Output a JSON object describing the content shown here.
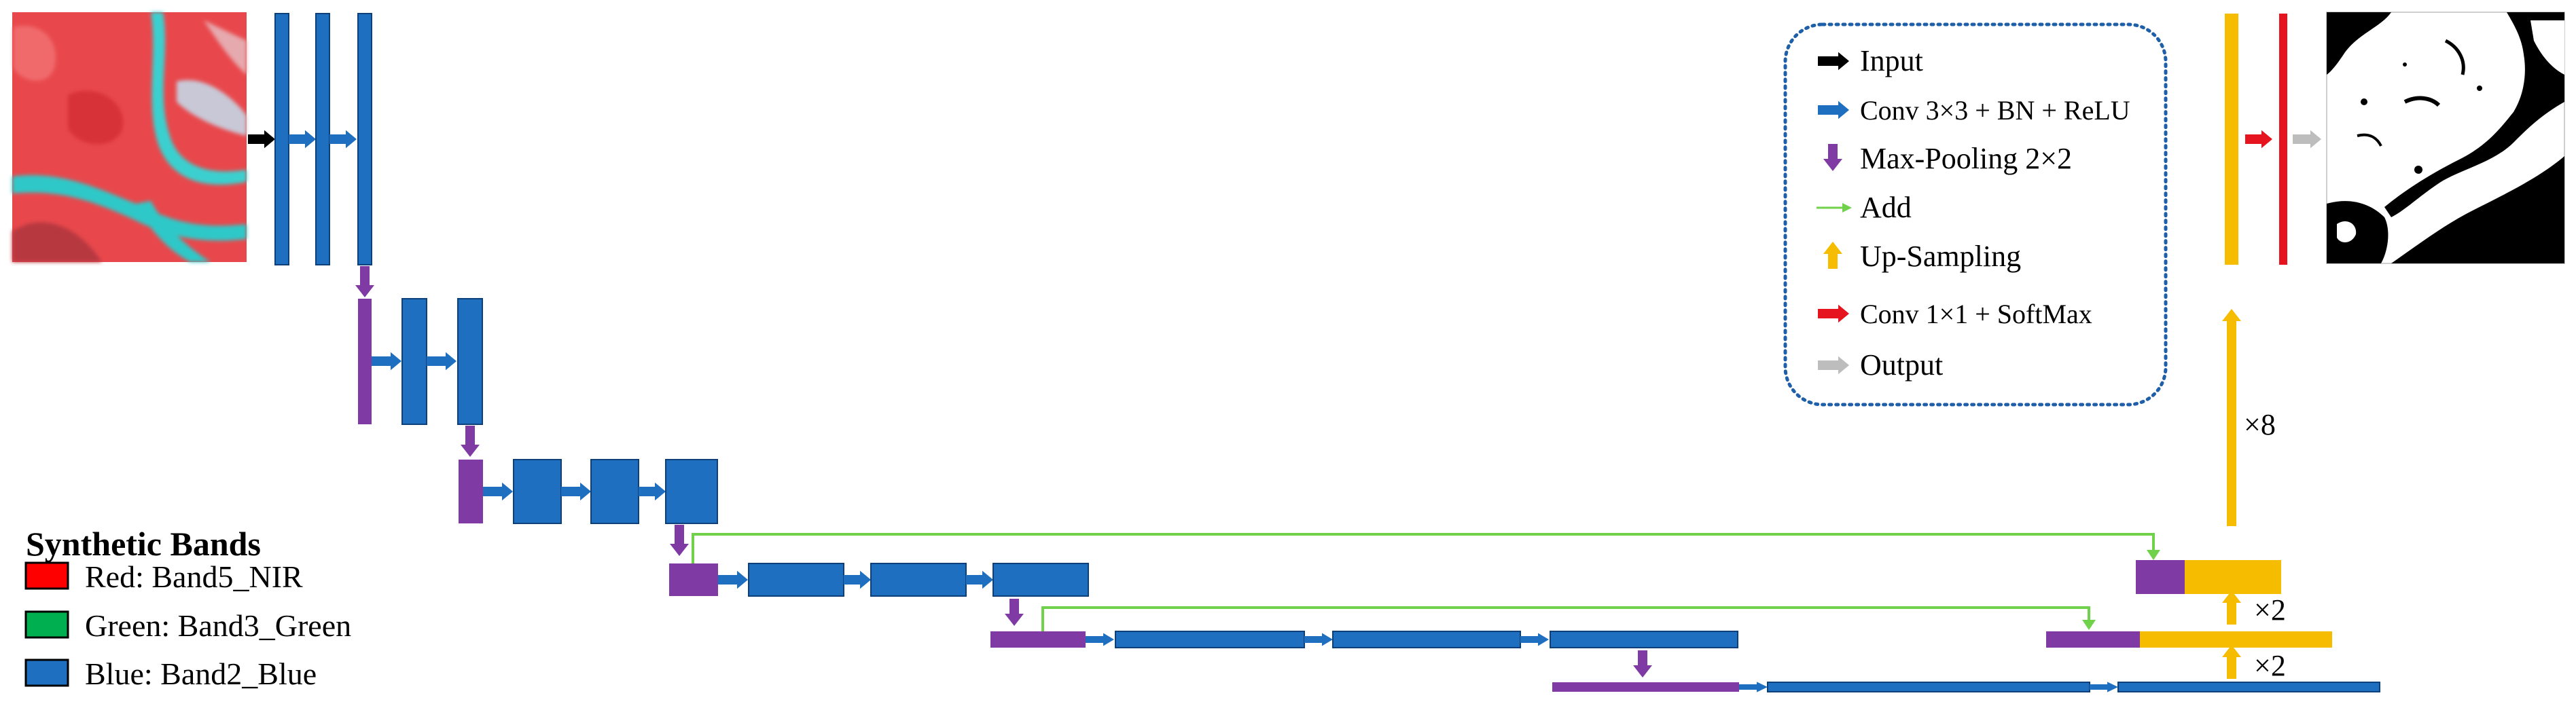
{
  "colors": {
    "conv": "#1f6fc1",
    "conv_stroke": "#0d3f78",
    "pool": "#7f3aa3",
    "up": "#f5bc00",
    "add": "#6fd24a",
    "input_arrow": "#000000",
    "output_arrow": "#bdbdbd",
    "softmax": "#e5141e",
    "legend_border": "#1f5fa8",
    "swatch_red": "#ff0000",
    "swatch_green": "#00b050",
    "swatch_blue": "#1f6fc1"
  },
  "legend": {
    "items": [
      {
        "icon": "input-arrow",
        "label": "Input"
      },
      {
        "icon": "conv-arrow",
        "label": "Conv 3×3 + BN + ReLU"
      },
      {
        "icon": "pool-arrow",
        "label": "Max-Pooling 2×2"
      },
      {
        "icon": "add-arrow",
        "label": "Add"
      },
      {
        "icon": "upsample-arrow",
        "label": "Up-Sampling"
      },
      {
        "icon": "softmax-arrow",
        "label": "Conv 1×1 + SoftMax"
      },
      {
        "icon": "output-arrow",
        "label": "Output"
      }
    ]
  },
  "bands": {
    "title": "Synthetic Bands",
    "items": [
      {
        "label": "Red: Band5_NIR",
        "color": "#ff0000"
      },
      {
        "label": "Green: Band3_Green",
        "color": "#00b050"
      },
      {
        "label": "Blue: Band2_Blue",
        "color": "#1f6fc1"
      }
    ]
  },
  "multipliers": {
    "x8": "×8",
    "x2_upper": "×2",
    "x2_lower": "×2"
  }
}
